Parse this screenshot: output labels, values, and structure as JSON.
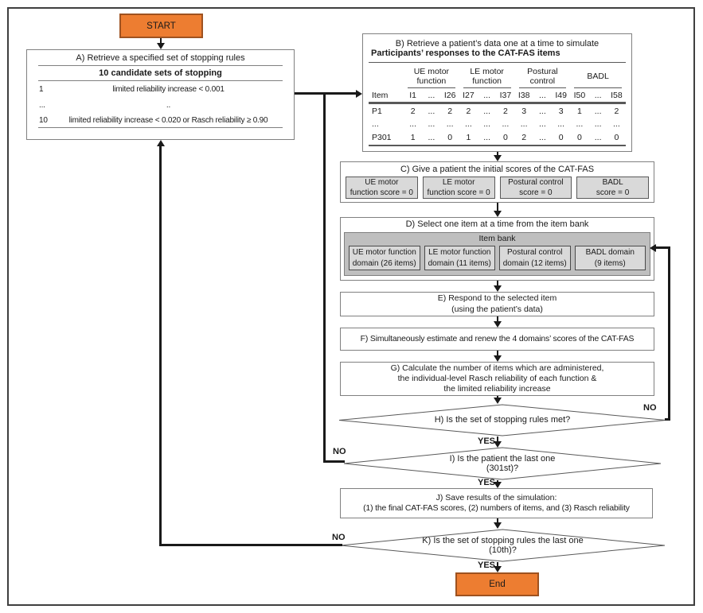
{
  "start_label": "START",
  "end_label": "End",
  "labels": {
    "yes": "YES",
    "no": "NO"
  },
  "box_a": {
    "title": "A)  Retrieve a specified set of stopping rules",
    "table_title": "10 candidate sets of stopping",
    "rows": [
      {
        "id": "1",
        "rule": "limited reliability increase < 0.001"
      },
      {
        "id": "...",
        "rule": ".."
      },
      {
        "id": "10",
        "rule": "limited reliability increase < 0.020 or Rasch reliability ≥ 0.90"
      }
    ]
  },
  "box_b": {
    "title": "B) Retrieve a patient’s data one at a time to simulate",
    "subtitle": "Participants’ responses to the CAT-FAS items",
    "groups": [
      {
        "label": "UE motor function"
      },
      {
        "label": "LE motor function"
      },
      {
        "label": "Postural control"
      },
      {
        "label": "BADL"
      }
    ],
    "columns": [
      "Item",
      "I1",
      "...",
      "I26",
      "I27",
      "...",
      "I37",
      "I38",
      "...",
      "I49",
      "I50",
      "...",
      "I58"
    ],
    "rows": [
      [
        "P1",
        "2",
        "...",
        "2",
        "2",
        "...",
        "2",
        "3",
        "...",
        "3",
        "1",
        "...",
        "2"
      ],
      [
        "...",
        "...",
        "...",
        "...",
        "...",
        "...",
        "...",
        "...",
        "...",
        "...",
        "...",
        "...",
        "..."
      ],
      [
        "P301",
        "1",
        "...",
        "0",
        "1",
        "...",
        "0",
        "2",
        "...",
        "0",
        "0",
        "...",
        "0"
      ]
    ]
  },
  "box_c": {
    "title": "C) Give a patient the initial scores of the CAT-FAS",
    "boxes": [
      {
        "line1": "UE motor",
        "line2": "function score = 0"
      },
      {
        "line1": "LE motor",
        "line2": "function score = 0"
      },
      {
        "line1": "Postural control",
        "line2": "score = 0"
      },
      {
        "line1": "BADL",
        "line2": "score = 0"
      }
    ]
  },
  "box_d": {
    "title": "D) Select one item at a time from the item bank",
    "bank_title": "Item bank",
    "domains": [
      {
        "line1": "UE motor function",
        "line2": "domain (26 items)"
      },
      {
        "line1": "LE motor function",
        "line2": "domain (11 items)"
      },
      {
        "line1": "Postural control",
        "line2": "domain (12 items)"
      },
      {
        "line1": "BADL domain",
        "line2": "(9 items)"
      }
    ]
  },
  "box_e": {
    "line1": "E) Respond to the selected item",
    "line2": "(using the patient’s data)"
  },
  "box_f": {
    "text": "F) Simultaneously estimate and renew the 4 domains’ scores of the CAT-FAS"
  },
  "box_g": {
    "line1": "G) Calculate the number of items which are administered,",
    "line2": "the individual-level Rasch reliability of each function &",
    "line3": "the limited reliability increase"
  },
  "diamond_h": {
    "text": "H) Is the set of stopping rules met?"
  },
  "diamond_i": {
    "line1": "I) Is the patient the last one",
    "line2": "(301st)?"
  },
  "box_j": {
    "line1": "J) Save results of the simulation:",
    "line2": "(1) the final CAT-FAS scores, (2) numbers of items, and (3) Rasch reliability"
  },
  "diamond_k": {
    "line1": "K) Is the set of stopping rules the last one",
    "line2": "(10th)?"
  },
  "colors": {
    "accent_orange": "#ED7D31",
    "orange_border": "#9E5220",
    "light_gray": "#D9D9D9",
    "medium_gray": "#BFBFBF",
    "box_border": "#7F7F7F",
    "dark_border": "#595959"
  }
}
